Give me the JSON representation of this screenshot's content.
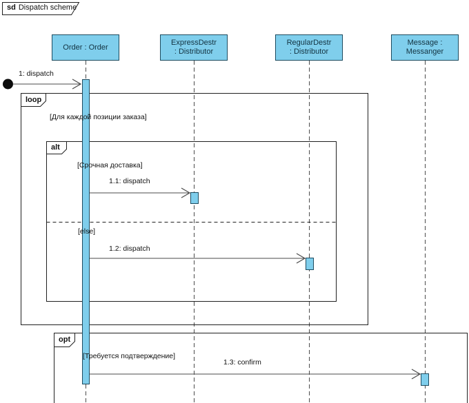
{
  "title": {
    "keyword": "sd",
    "name": "Dispatch scheme"
  },
  "lifelines": [
    {
      "name": "Order : Order",
      "lines": [
        "Order : Order"
      ]
    },
    {
      "name": "ExpressDestr : Distributor",
      "lines": [
        "ExpressDestr",
        ": Distributor"
      ]
    },
    {
      "name": "RegularDestr : Distributor",
      "lines": [
        "RegularDestr",
        ": Distributor"
      ]
    },
    {
      "name": "Message : Messanger",
      "lines": [
        "Message :",
        "Messanger"
      ]
    }
  ],
  "messages": [
    {
      "label": "1: dispatch",
      "from": "found",
      "to": "Order : Order"
    },
    {
      "label": "1.1: dispatch",
      "from": "Order : Order",
      "to": "ExpressDestr : Distributor"
    },
    {
      "label": "1.2: dispatch",
      "from": "Order : Order",
      "to": "RegularDestr : Distributor"
    },
    {
      "label": "1.3: confirm",
      "from": "Order : Order",
      "to": "Message : Messanger"
    }
  ],
  "frames": [
    {
      "operator": "loop",
      "guard": "[Для каждой позиции заказа]"
    },
    {
      "operator": "alt",
      "guard": "[Срочная доставка]",
      "else_label": "[else]"
    },
    {
      "operator": "opt",
      "guard": "[Требуется подтверждение]"
    }
  ],
  "colors": {
    "element_fill": "#7fceec",
    "element_border": "#1c4a5e",
    "line": "#4a4a4a",
    "frame": "#1f1f1f",
    "text": "#111111",
    "background": "#ffffff"
  }
}
